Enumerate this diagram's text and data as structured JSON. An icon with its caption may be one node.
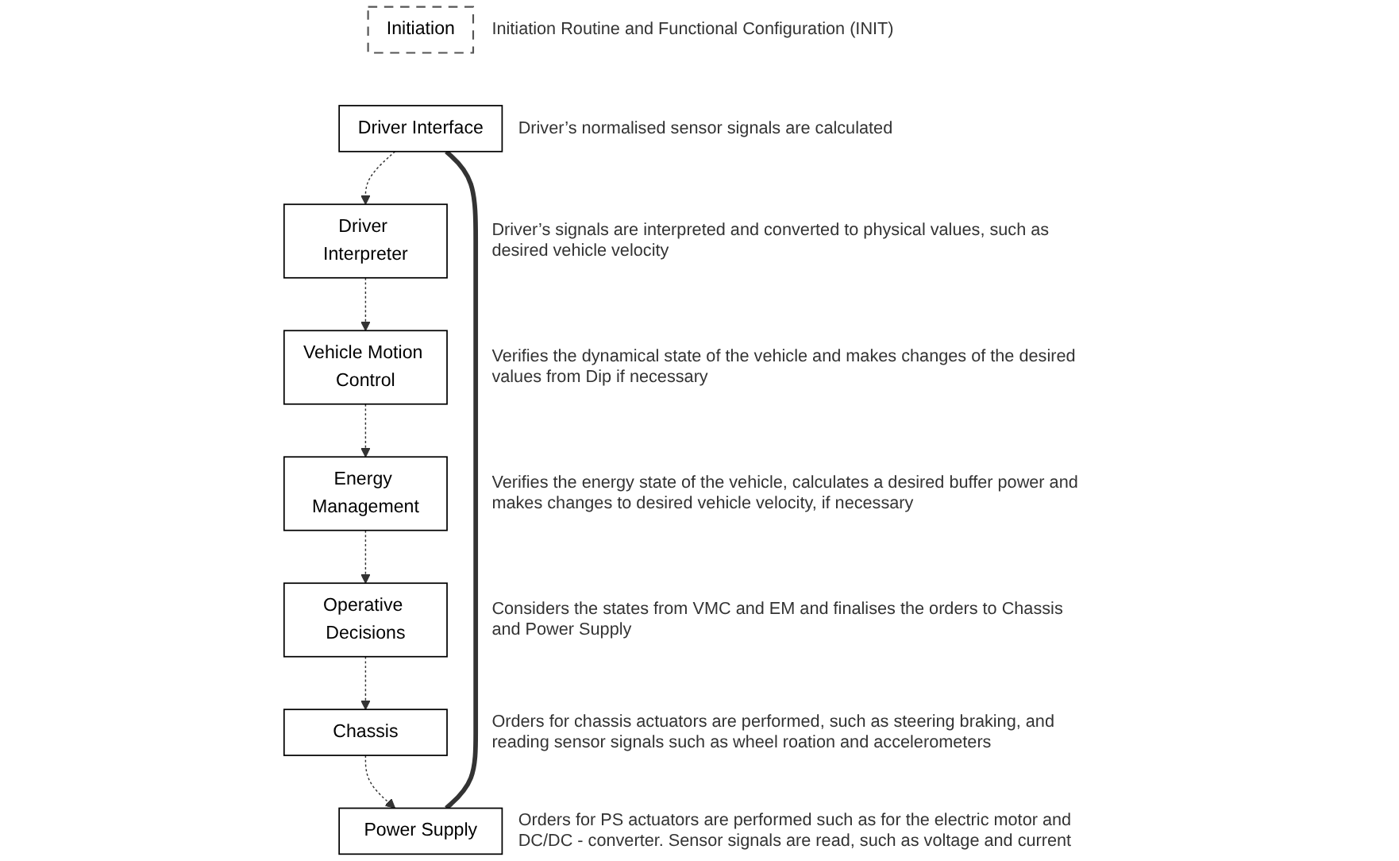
{
  "diagram": {
    "nodes": [
      {
        "text": [
          "Initiation"
        ],
        "beside": [
          "Initiation Routine and Functional Configuration (INIT)"
        ]
      },
      {
        "text": [
          "Driver Interface"
        ],
        "beside": [
          "Driver’s normalised sensor signals are calculated"
        ]
      },
      {
        "text": [
          "Driver Interpreter"
        ],
        "beside": [
          "Driver’s signals are interpreted and converted to physical values, such as desired vehicle velocity"
        ]
      },
      {
        "text": [
          "Vehicle Motion Control"
        ],
        "beside": [
          "Verifies the dynamical state of the vehicle and makes changes of the desired values from Dip if necessary"
        ]
      },
      {
        "text": [
          "Energy Management"
        ],
        "beside": [
          "Verifies the energy state of the vehicle, calculates a desired buffer power and makes changes to desired vehicle velocity,  if necessary"
        ]
      },
      {
        "text": [
          "Operative Decisions"
        ],
        "beside": [
          "Considers the states from VMC and EM and finalises the orders to Chassis and Power Supply"
        ]
      },
      {
        "text": [
          "Chassis"
        ],
        "beside": [
          "Orders for chassis actuators are performed, such as steering braking, and reading sensor signals such as wheel roation and accelerometers"
        ]
      },
      {
        "text": [
          "Power Supply"
        ],
        "beside": [
          "Orders for PS actuators are performed such as for the electric motor and DC/DC - converter. Sensor signals are read, such as voltage and current"
        ]
      }
    ],
    "edges": [
      {
        "from": 1,
        "to": 2,
        "arrow": "to",
        "style": "dashed"
      },
      {
        "from": 2,
        "to": 3,
        "arrow": "to",
        "style": "dashed"
      },
      {
        "from": 3,
        "to": 4,
        "arrow": "to",
        "style": "dashed"
      },
      {
        "from": 4,
        "to": 5,
        "arrow": "to",
        "style": "dashed"
      },
      {
        "from": 5,
        "to": 6,
        "arrow": "to",
        "style": "dashed"
      },
      {
        "from": 6,
        "to": 7,
        "arrow": "to",
        "style": "dashed"
      },
      {
        "from": 7,
        "to": 1,
        "arrow": "none",
        "style": "thick"
      }
    ]
  }
}
